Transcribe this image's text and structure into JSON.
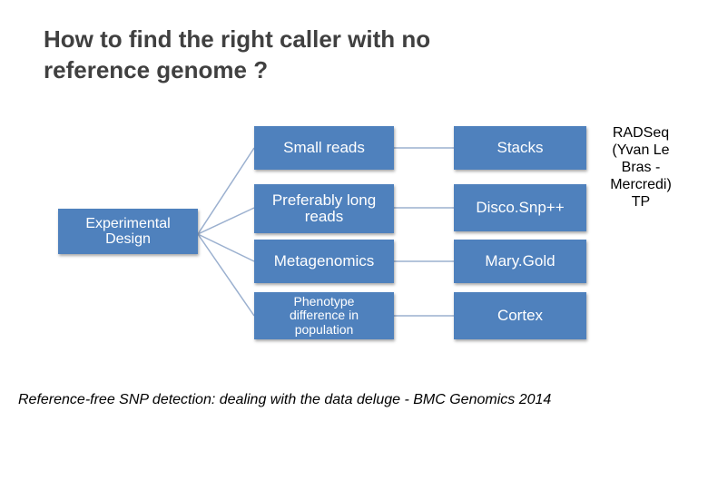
{
  "title": {
    "line1": "How to find the right caller with no",
    "line2": "reference genome ?"
  },
  "root": {
    "line1": "Experimental",
    "line2": "Design"
  },
  "categories": {
    "small_reads": "Small reads",
    "long_reads_1": "Preferably long",
    "long_reads_2": "reads",
    "metagenomics": "Metagenomics",
    "phenotype_1": "Phenotype",
    "phenotype_2": "difference   in",
    "phenotype_3": "population"
  },
  "tools": {
    "stacks": "Stacks",
    "discosnp": "Disco.Snp++",
    "marygold": "Mary.Gold",
    "cortex": "Cortex"
  },
  "radseq_note": {
    "line1": "RADSeq",
    "line2": "(Yvan Le",
    "line3": "Bras -",
    "line4": "Mercredi)",
    "line5": "TP"
  },
  "reference": "Reference-free SNP detection: dealing with the data deluge - BMC Genomics 2014",
  "colors": {
    "box_fill": "#4f81bd",
    "box_text": "#ffffff",
    "connector": "#9bb0cf",
    "title_text": "#404040"
  }
}
